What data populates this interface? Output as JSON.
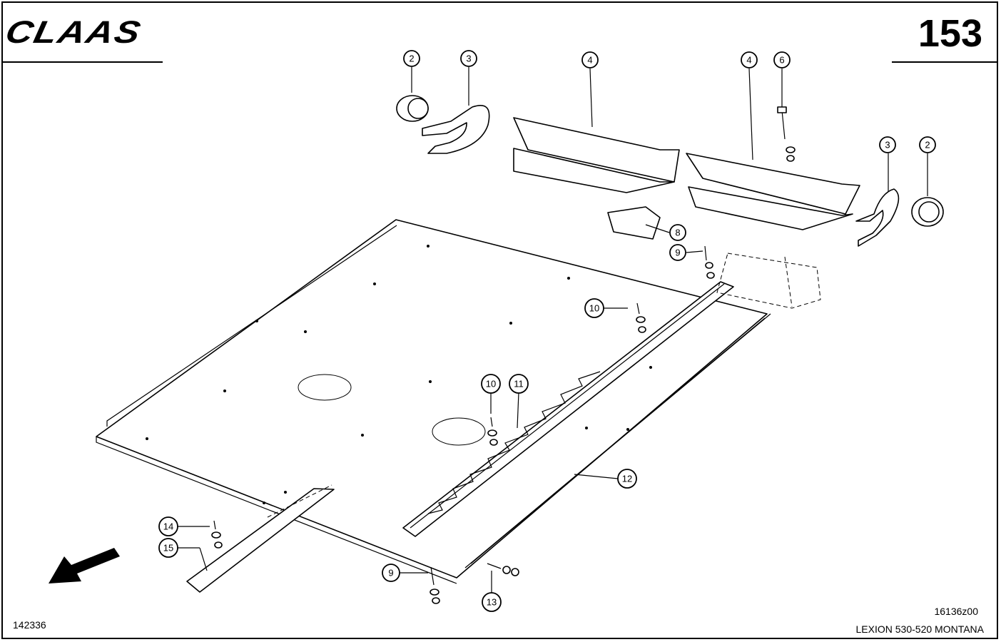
{
  "header": {
    "brand_logo": "CLAAS",
    "page_number": "153"
  },
  "footer": {
    "figure_id": "142336",
    "drawing_number": "16136z00",
    "model": "LEXION 530-520 MONTANA"
  },
  "callouts": [
    {
      "label": "2"
    },
    {
      "label": "3"
    },
    {
      "label": "4"
    },
    {
      "label": "4"
    },
    {
      "label": "6"
    },
    {
      "label": "3"
    },
    {
      "label": "2"
    },
    {
      "label": "8"
    },
    {
      "label": "9"
    },
    {
      "label": "10"
    },
    {
      "label": "10"
    },
    {
      "label": "11"
    },
    {
      "label": "12"
    },
    {
      "label": "14"
    },
    {
      "label": "15"
    },
    {
      "label": "9"
    },
    {
      "label": "13"
    }
  ]
}
